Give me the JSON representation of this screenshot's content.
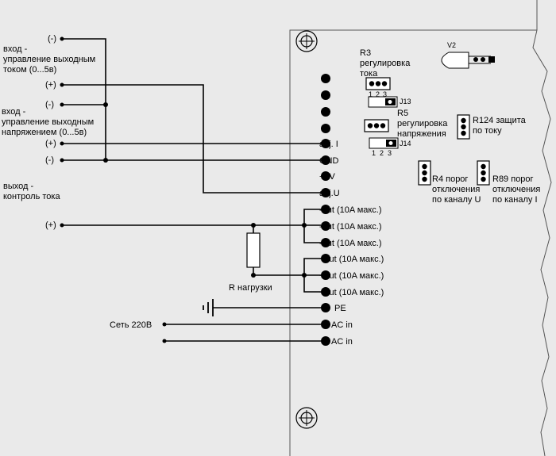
{
  "diagram": {
    "left": {
      "input_current": "вход -\nуправление выходным\nтоком (0...5в)",
      "input_voltage": "вход -\nуправление выходным\nнапряжением  (0...5в)",
      "output_current_monitor": "выход -\nконтроль тока",
      "pin_minus": "(-)",
      "pin_plus": "(+)",
      "mains": "Сеть 220В",
      "load_resistor": "R  нагрузки"
    },
    "terminals": [
      "adj. I",
      "GND",
      "+5V",
      "adj.U",
      "-out (10A макс.)",
      "-out (10A макс.)",
      "-out (10A макс.)",
      "+out (10A макс.)",
      "+out (10A макс.)",
      "+out (10A макс.)",
      "PE",
      "AC in",
      "AC in"
    ],
    "board": {
      "r3": "R3\nрегулировка\nтока",
      "r5": "R5\nрегулировка\nнапряжения",
      "r124": "R124 защита\nпо току",
      "r4": "R4 порог\nотключения\nпо каналу U",
      "r89": "R89 порог\nотключения\nпо каналу I",
      "j13": "J13",
      "j14": "J14",
      "jumper_pins": [
        "1",
        "2",
        "3"
      ],
      "v2": "V2"
    },
    "colors": {
      "background": "#eaeaea",
      "line": "#000000",
      "board": "#eaeaea"
    },
    "icons": [
      "mounting-hole-icon",
      "led-icon",
      "ground-icon",
      "resistor-icon",
      "jumper-icon",
      "trimmer-icon"
    ]
  }
}
